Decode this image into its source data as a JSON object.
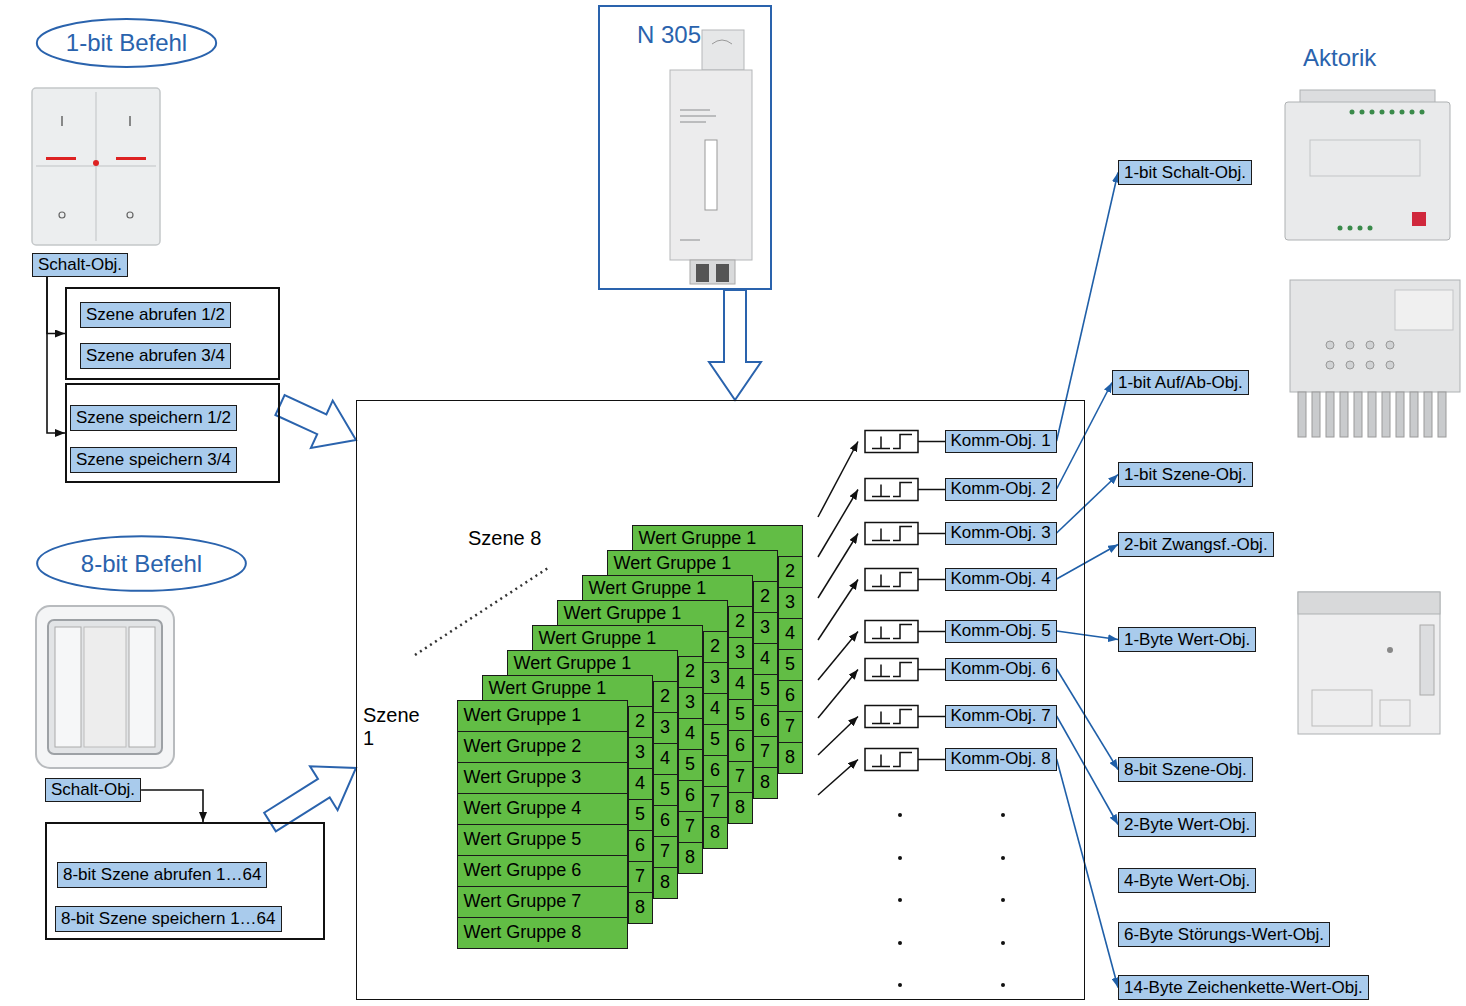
{
  "diagram": {
    "nodes": [
      {
        "text": [
          "1-bit Befehl"
        ]
      },
      {
        "text": [
          "Schalt-Obj."
        ]
      },
      {
        "text": []
      },
      {
        "text": [
          "Szene abrufen 1/2"
        ],
        "in": 2
      },
      {
        "text": [
          "Szene abrufen 3/4"
        ],
        "in": 2
      },
      {
        "text": []
      },
      {
        "text": [
          "Szene speichern 1/2"
        ],
        "in": 5
      },
      {
        "text": [
          "Szene speichern 3/4"
        ],
        "in": 5
      },
      {
        "text": [
          "8-bit Befehl"
        ]
      },
      {
        "text": [
          "Schalt-Obj."
        ]
      },
      {
        "text": []
      },
      {
        "text": [
          "8-bit Szene abrufen 1…64"
        ],
        "in": 10
      },
      {
        "text": [
          "8-bit Szene speichern 1…64"
        ],
        "in": 10
      },
      {
        "text": [
          "N 305"
        ]
      },
      {
        "text": []
      },
      {
        "text": [
          "Wert Gruppe 1",
          "2",
          "3",
          "4",
          "5",
          "6",
          "7",
          "8"
        ],
        "in": 14
      },
      {
        "text": [
          "Wert Gruppe 1",
          "2",
          "3",
          "4",
          "5",
          "6",
          "7",
          "8"
        ],
        "in": 14
      },
      {
        "text": [
          "Wert Gruppe 1",
          "2",
          "3",
          "4",
          "5",
          "6",
          "7",
          "8"
        ],
        "in": 14
      },
      {
        "text": [
          "Wert Gruppe 1",
          "2",
          "3",
          "4",
          "5",
          "6",
          "7",
          "8"
        ],
        "in": 14
      },
      {
        "text": [
          "Wert Gruppe 1",
          "2",
          "3",
          "4",
          "5",
          "6",
          "7",
          "8"
        ],
        "in": 14
      },
      {
        "text": [
          "Wert Gruppe 1",
          "2",
          "3",
          "4",
          "5",
          "6",
          "7",
          "8"
        ],
        "in": 14
      },
      {
        "text": [
          "Wert Gruppe 1",
          "2",
          "3",
          "4",
          "5",
          "6",
          "7",
          "8"
        ],
        "in": 14
      },
      {
        "text": [
          "Wert Gruppe 1",
          "Wert Gruppe 2",
          "Wert Gruppe 3",
          "Wert Gruppe 4",
          "Wert Gruppe 5",
          "Wert Gruppe 6",
          "Wert Gruppe 7",
          "Wert Gruppe 8"
        ],
        "in": 14
      },
      {
        "text": [
          "Komm-Obj. 1"
        ],
        "in": 14
      },
      {
        "text": [
          "Komm-Obj. 2"
        ],
        "in": 14
      },
      {
        "text": [
          "Komm-Obj. 3"
        ],
        "in": 14
      },
      {
        "text": [
          "Komm-Obj. 4"
        ],
        "in": 14
      },
      {
        "text": [
          "Komm-Obj. 5"
        ],
        "in": 14
      },
      {
        "text": [
          "Komm-Obj. 6"
        ],
        "in": 14
      },
      {
        "text": [
          "Komm-Obj. 7"
        ],
        "in": 14
      },
      {
        "text": [
          "Komm-Obj. 8"
        ],
        "in": 14
      },
      {
        "text": [
          "1-bit Schalt-Obj."
        ]
      },
      {
        "text": [
          "1-bit Auf/Ab-Obj."
        ]
      },
      {
        "text": [
          "1-bit Szene-Obj."
        ]
      },
      {
        "text": [
          "2-bit Zwangsf.-Obj."
        ]
      },
      {
        "text": [
          "1-Byte Wert-Obj."
        ]
      },
      {
        "text": [
          "8-bit Szene-Obj."
        ]
      },
      {
        "text": [
          "2-Byte Wert-Obj."
        ]
      },
      {
        "text": [
          "4-Byte Wert-Obj."
        ]
      },
      {
        "text": [
          "6-Byte Störungs-Wert-Obj."
        ]
      },
      {
        "text": [
          "14-Byte Zeichenkette-Wert-Obj."
        ]
      }
    ],
    "edges": [
      {
        "from": 1,
        "to": 2,
        "arrow": "to"
      },
      {
        "from": 1,
        "to": 5,
        "arrow": "to"
      },
      {
        "from": 5,
        "to": 14,
        "arrow": "to"
      },
      {
        "from": 9,
        "to": 10,
        "arrow": "to"
      },
      {
        "from": 10,
        "to": 14,
        "arrow": "to"
      },
      {
        "from": 13,
        "to": 14,
        "arrow": "to"
      },
      {
        "from": 23,
        "to": 31,
        "arrow": "to"
      },
      {
        "from": 24,
        "to": 32,
        "arrow": "to"
      },
      {
        "from": 25,
        "to": 33,
        "arrow": "to"
      },
      {
        "from": 26,
        "to": 34,
        "arrow": "to"
      },
      {
        "from": 27,
        "to": 35,
        "arrow": "to"
      },
      {
        "from": 28,
        "to": 36,
        "arrow": "to"
      },
      {
        "from": 29,
        "to": 37,
        "arrow": "to"
      },
      {
        "from": 30,
        "to": 40,
        "arrow": "to"
      }
    ],
    "labels": [
      "Aktorik",
      "Szene 8",
      "Szene 1"
    ]
  }
}
